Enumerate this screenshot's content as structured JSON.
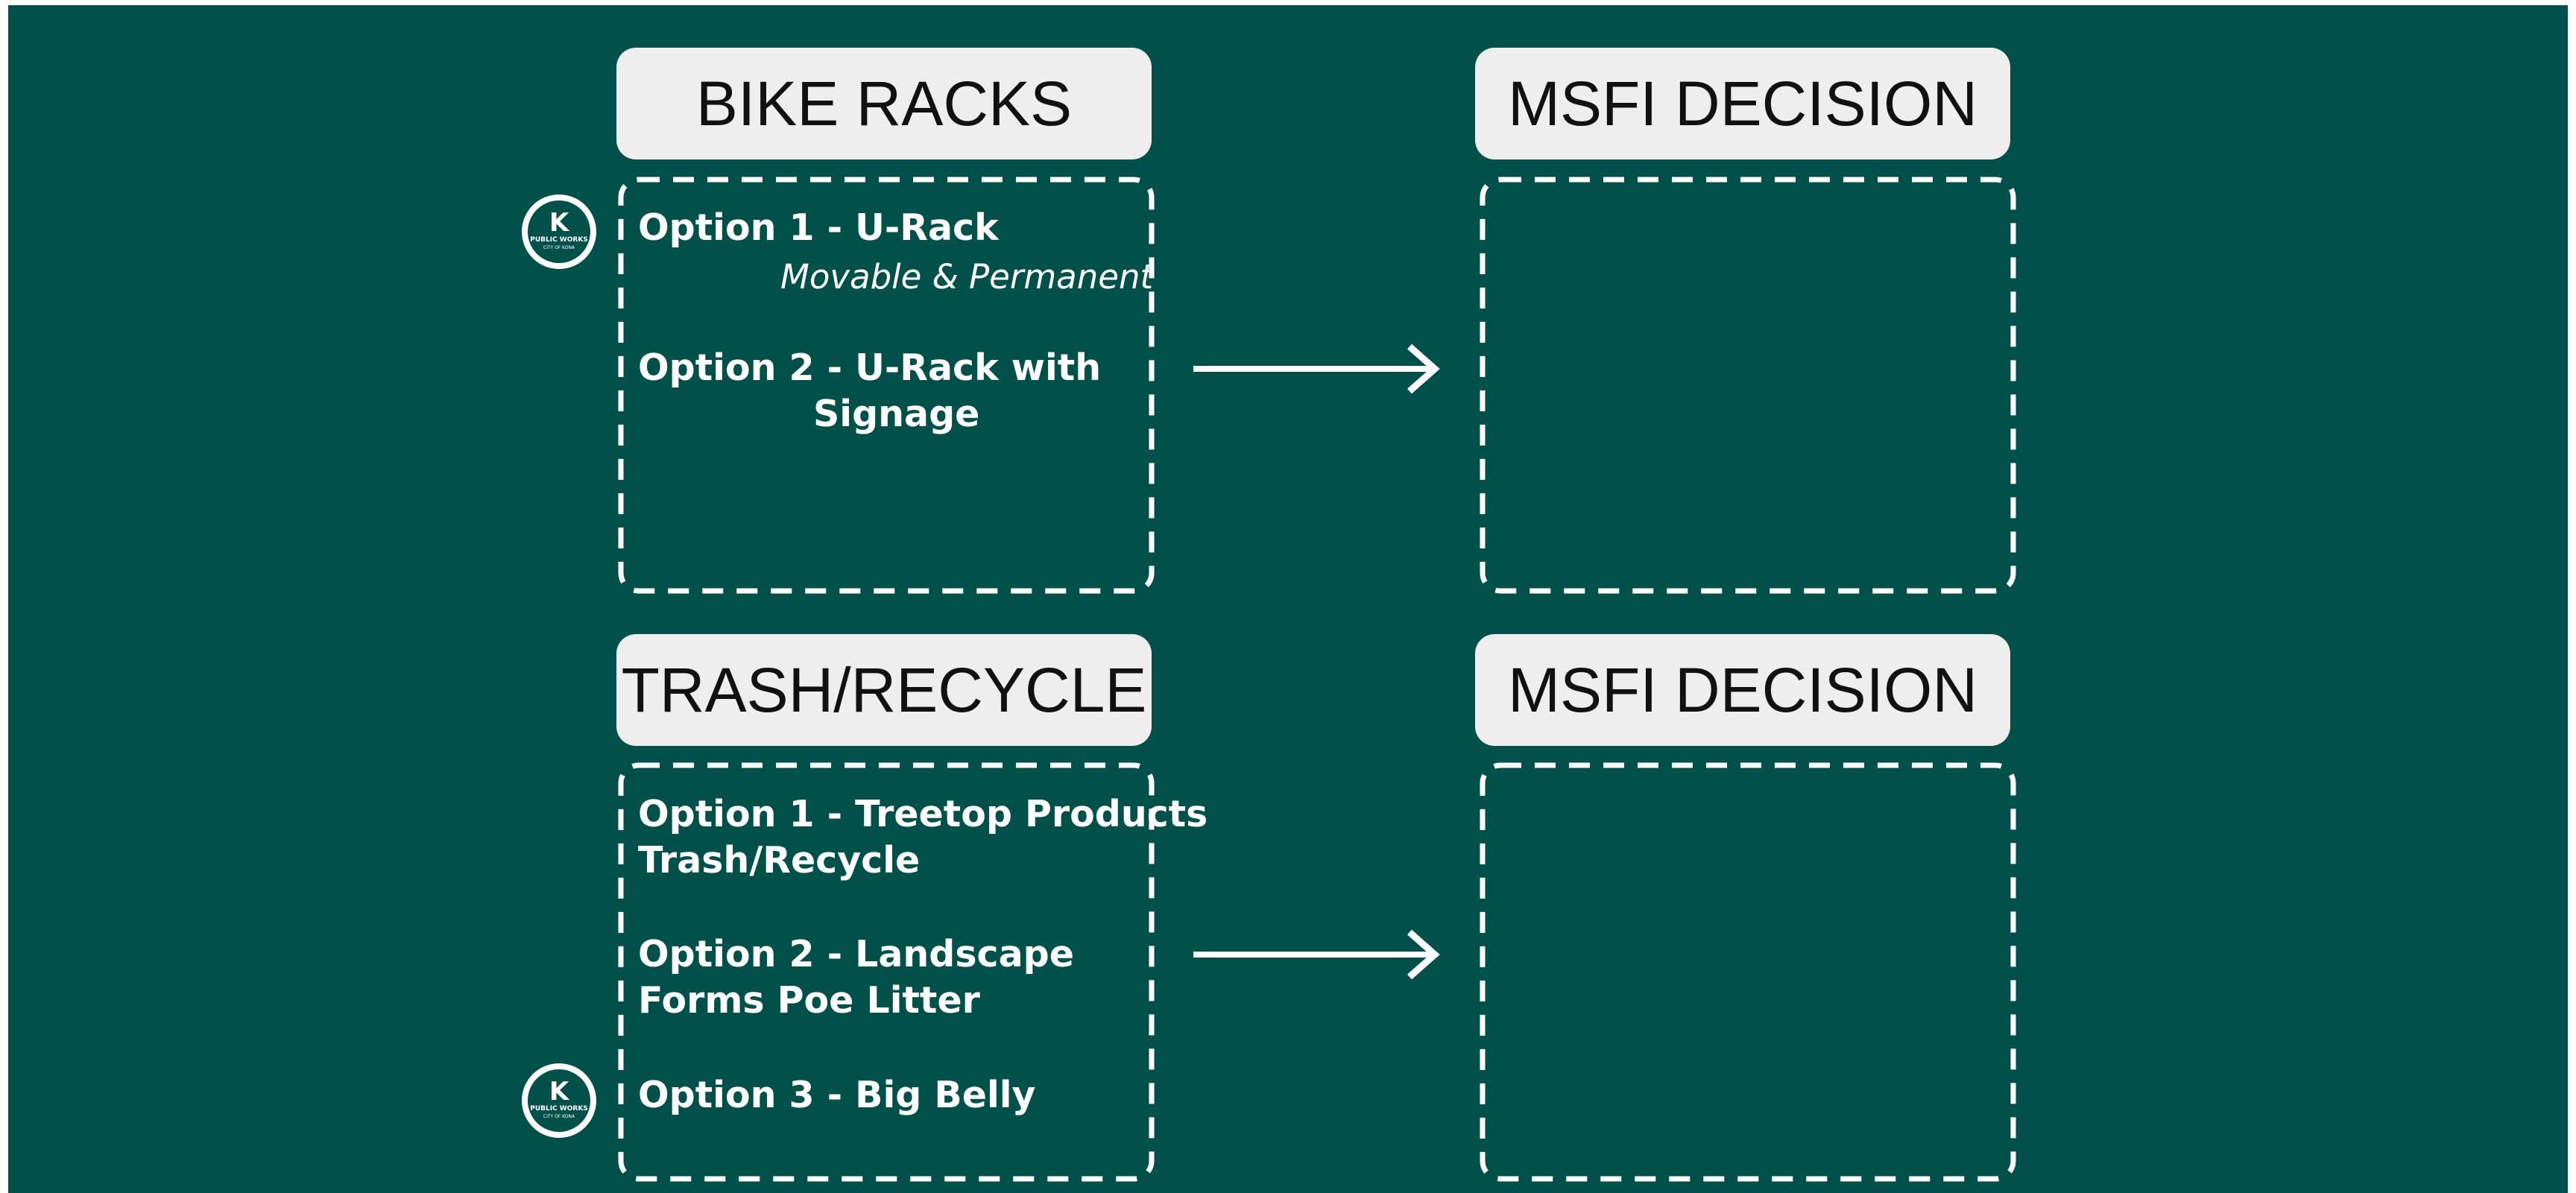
{
  "colors": {
    "background": "#02504A",
    "header_fill": "#EEEEEE",
    "header_text": "#111111",
    "line": "#FFFFFF"
  },
  "sections": [
    {
      "category_header": "BIKE RACKS",
      "decision_header": "MSFI DECISION",
      "options": [
        {
          "label": "Option 1 - U-Rack",
          "note": "Movable & Permanent"
        },
        {
          "label_line1": "Option 2 - U-Rack with",
          "label_line2": "Signage"
        }
      ]
    },
    {
      "category_header": "TRASH/RECYCLE",
      "decision_header": "MSFI DECISION",
      "options": [
        {
          "label_line1": "Option 1 - Treetop Products",
          "label_line2": "Trash/Recycle"
        },
        {
          "label_line1": "Option 2 - Landscape",
          "label_line2": "Forms Poe Litter"
        },
        {
          "label": "Option 3 - Big Belly"
        }
      ]
    }
  ],
  "logo": {
    "letter": "K",
    "line1": "PUBLIC WORKS",
    "line2": "CITY OF KONA",
    "icon": "public-works-logo-icon"
  }
}
